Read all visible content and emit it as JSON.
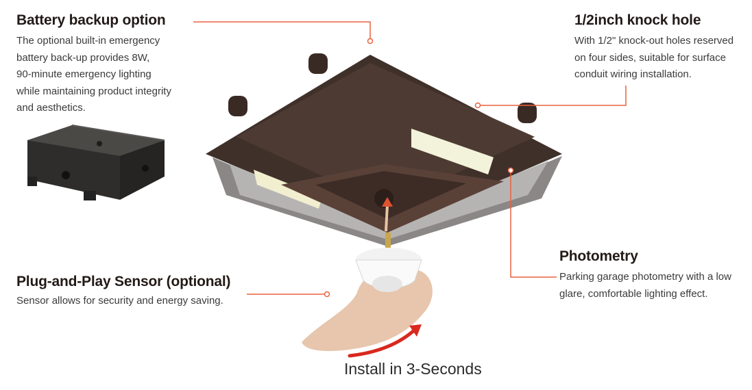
{
  "features": {
    "battery": {
      "title": "Battery backup option",
      "text": "The optional built-in emergency\nbattery back-up provides 8W,\n90-minute emergency lighting\nwhile maintaining product integrity\nand aesthetics."
    },
    "knock_hole": {
      "title": "1/2inch knock hole",
      "text": "With 1/2\" knock-out holes reserved\non four sides, suitable for surface\nconduit wiring installation."
    },
    "photometry": {
      "title": "Photometry",
      "text": "Parking garage photometry with a low\nglare, comfortable lighting effect."
    },
    "sensor": {
      "title": "Plug-and-Play Sensor (optional)",
      "text": "Sensor allows for security and energy saving."
    }
  },
  "install_caption": "Install in 3-Seconds",
  "colors": {
    "callout_line": "#e8623f",
    "fixture_bronze": "#4a3a33",
    "arrow_red": "#d9281e"
  }
}
